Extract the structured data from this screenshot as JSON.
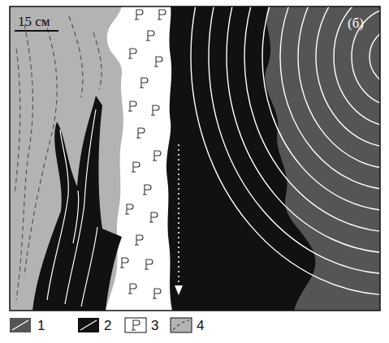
{
  "diagram": {
    "labels": [
      "15 см",
      "(б)"
    ],
    "legend": [
      {
        "text": "1"
      },
      {
        "text": "2"
      },
      {
        "text": "3"
      },
      {
        "text": "4"
      }
    ]
  }
}
